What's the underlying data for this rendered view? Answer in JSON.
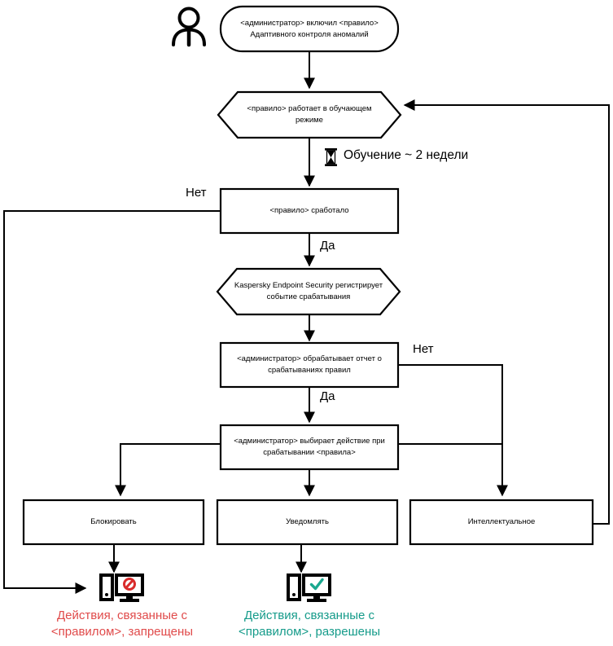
{
  "diagram": {
    "title": "Adaptive Anomaly Control rule workflow",
    "colors": {
      "stroke": "#000000",
      "denied_text": "#e04a4a",
      "allowed_text": "#159b8a",
      "denied_icon": "#d92b2b",
      "allowed_icon": "#1aa88f"
    },
    "actor": {
      "name": "administrator-actor",
      "icon": "person-icon"
    },
    "nodes": {
      "start": {
        "shape": "rounded",
        "line1": "<администратор> включил <правило>",
        "line2": "Адаптивного контроля аномалий"
      },
      "learning_mode": {
        "shape": "hexagon",
        "line1": "<правило>  работает в обучающем",
        "line2": "режиме"
      },
      "rule_triggered": {
        "shape": "rect",
        "line1": "<правило> сработало"
      },
      "kes_registers": {
        "shape": "hexagon",
        "line1": "Kaspersky Endpoint Security регистрирует",
        "line2": "событие срабатывания"
      },
      "admin_processes_report": {
        "shape": "rect",
        "line1": "<администратор> обрабатывает отчет о",
        "line2": "срабатываниях правил"
      },
      "admin_selects_action": {
        "shape": "rect",
        "line1": "<администратор> выбирает действие при",
        "line2": "срабатывании <правила>"
      },
      "block": {
        "shape": "rect",
        "line1": "Блокировать"
      },
      "notify": {
        "shape": "rect",
        "line1": "Уведомлять"
      },
      "smart": {
        "shape": "rect",
        "line1": "Интеллектуальное"
      }
    },
    "edge_labels": {
      "no_triggered": "Нет",
      "yes_triggered": "Да",
      "no_report": "Нет",
      "yes_report": "Да"
    },
    "wait": {
      "icon": "hourglass-icon",
      "label": "Обучение ~ 2 недели"
    },
    "outcomes": {
      "denied": {
        "icon": "computer-blocked-icon",
        "line1": "Действия, связанные с",
        "line2": "<правилом>, запрещены"
      },
      "allowed": {
        "icon": "computer-allowed-icon",
        "line1": "Действия, связанные с",
        "line2": "<правилом>, разрешены"
      }
    }
  }
}
